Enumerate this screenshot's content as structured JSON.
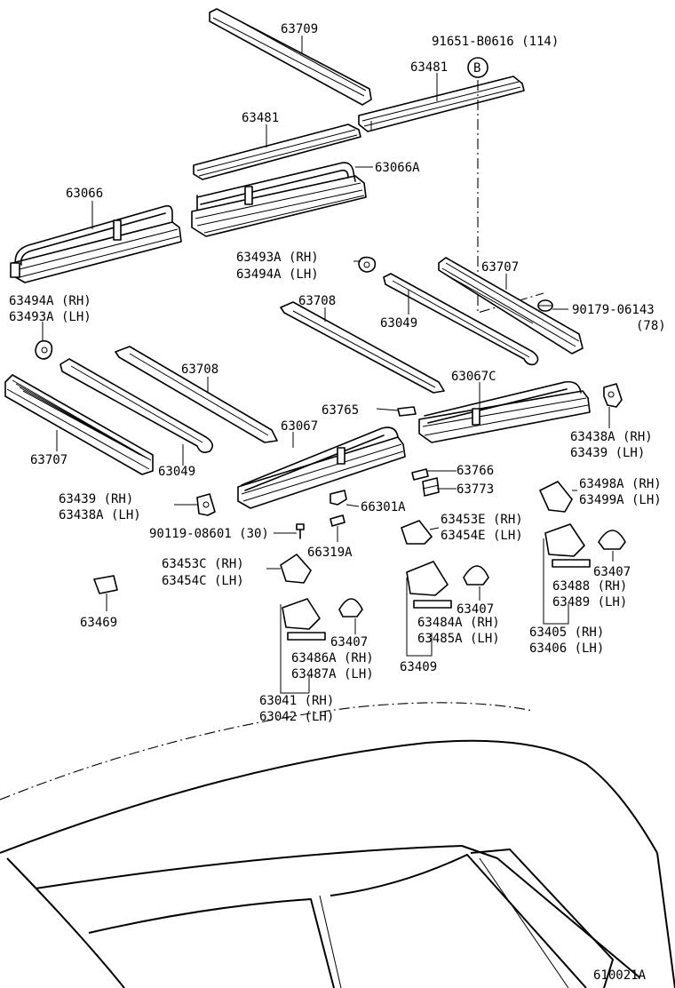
{
  "diagram_id": "610021A",
  "callout_letter": "B",
  "labels": {
    "p63709": "63709",
    "p91651": "91651-B0616 (114)",
    "p63481_r": "63481",
    "p63481_l": "63481",
    "p63066A": "63066A",
    "p63066": "63066",
    "p63493A_rh": "63493A (RH)",
    "p63494A_lh": "63494A (LH)",
    "p63707_r": "63707",
    "p90179": "90179-06143",
    "p90179_qty": "(78)",
    "p63494A_rh": "63494A (RH)",
    "p63493A_lh": "63493A (LH)",
    "p63708_r": "63708",
    "p63049_r": "63049",
    "p63708_l": "63708",
    "p63067C": "63067C",
    "p63765": "63765",
    "p63067": "63067",
    "p63438A_rh": "63438A (RH)",
    "p63439_lh_r": "63439 (LH)",
    "p63707_l": "63707",
    "p63049_l": "63049",
    "p63766": "63766",
    "p63773": "63773",
    "p63498A_rh": "63498A (RH)",
    "p63499A_lh": "63499A (LH)",
    "p63439_rh": "63439 (RH)",
    "p63438A_lh": "63438A (LH)",
    "p66301A": "66301A",
    "p63453E_rh": "63453E (RH)",
    "p63454E_lh": "63454E (LH)",
    "p90119": "90119-08601 (30)",
    "p66319A": "66319A",
    "p63453C_rh": "63453C (RH)",
    "p63454C_lh": "63454C (LH)",
    "p63407_a": "63407",
    "p63407_b": "63407",
    "p63407_c": "63407",
    "p63488_rh": "63488 (RH)",
    "p63489_lh": "63489 (LH)",
    "p63484A_rh": "63484A (RH)",
    "p63485A_lh": "63485A (LH)",
    "p63469": "63469",
    "p63409": "63409",
    "p63405_rh": "63405 (RH)",
    "p63406_lh": "63406 (LH)",
    "p63486A_rh": "63486A (RH)",
    "p63487A_lh": "63487A (LH)",
    "p63041_rh": "63041 (RH)",
    "p63042_lh": "63042 (LH)"
  }
}
